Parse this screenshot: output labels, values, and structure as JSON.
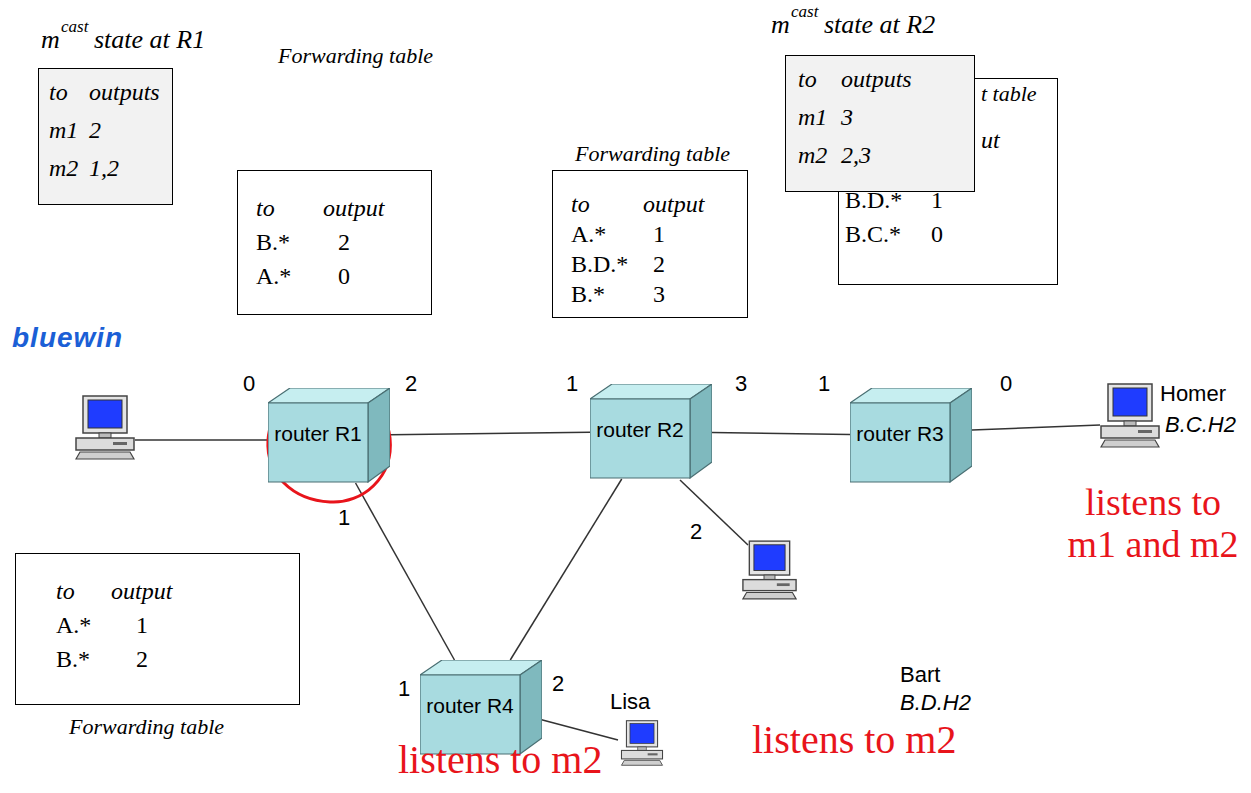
{
  "diagram": {
    "nodes": [
      {
        "text": [
          "m",
          "cast",
          "state at R1",
          "to",
          "outputs",
          "m1",
          "2",
          "m2",
          "1,2"
        ]
      },
      {
        "text": [
          "m",
          "cast",
          "state at R2",
          "to",
          "outputs",
          "m1",
          "3",
          "m2",
          "2,3"
        ]
      },
      {
        "text": [
          "t table",
          "ut",
          "B.D.*",
          "1",
          "B.C.*",
          "0"
        ]
      },
      {
        "text": [
          "Forwarding table",
          "to",
          "output",
          "B.*",
          "2",
          "A.*",
          "0"
        ]
      },
      {
        "text": [
          "Forwarding table",
          "to",
          "output",
          "A.*",
          "1",
          "B.D.*",
          "2",
          "B.*",
          "3"
        ]
      },
      {
        "text": [
          "router R1"
        ]
      },
      {
        "text": [
          "router R2"
        ]
      },
      {
        "text": [
          "router R3"
        ]
      },
      {
        "text": [
          "to",
          "output",
          "A.*",
          "1",
          "B.*",
          "2",
          "Forwarding table"
        ]
      },
      {
        "text": [
          "router R4"
        ]
      }
    ],
    "edges": [
      {
        "from": 5,
        "to": 6,
        "arrow": "none"
      },
      {
        "from": 6,
        "to": 7,
        "arrow": "none"
      },
      {
        "from": 5,
        "to": 9,
        "arrow": "none"
      },
      {
        "from": 9,
        "to": 6,
        "arrow": "none"
      }
    ],
    "labels": [
      "bluewin",
      "0",
      "2",
      "1",
      "1",
      "3",
      "2",
      "1",
      "0",
      "1",
      "2",
      "Homer",
      "B.C.H2",
      "listens to m1 and m2",
      "Bart",
      "B.D.H2",
      "listens to m2",
      "Lisa",
      "listens to m2"
    ]
  }
}
